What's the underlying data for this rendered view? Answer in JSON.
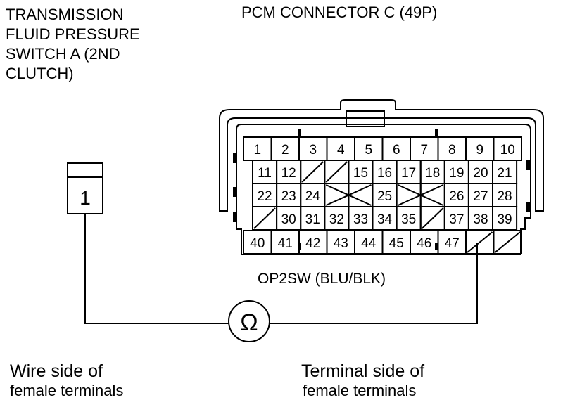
{
  "switch_label": {
    "lines": [
      "TRANSMISSION",
      "FLUID PRESSURE",
      "SWITCH A (2ND",
      "CLUTCH)"
    ]
  },
  "connector_label": "PCM CONNECTOR C (49P)",
  "switch_connector": {
    "terminal": "1"
  },
  "pcm_connector": {
    "row1": [
      "1",
      "2",
      "3",
      "4",
      "5",
      "6",
      "7",
      "8",
      "9",
      "10"
    ],
    "row2": [
      "11",
      "12",
      "",
      "",
      "15",
      "16",
      "17",
      "18",
      "19",
      "20",
      "21"
    ],
    "row3": [
      "22",
      "23",
      "24",
      "",
      "",
      "25",
      "",
      "",
      "26",
      "27",
      "28"
    ],
    "row4": [
      "",
      "30",
      "31",
      "32",
      "33",
      "34",
      "35",
      "",
      "37",
      "38",
      "39"
    ],
    "row5": [
      "40",
      "41",
      "42",
      "43",
      "44",
      "45",
      "46",
      "47",
      "",
      ""
    ]
  },
  "wire_label": "OP2SW (BLU/BLK)",
  "meter_symbol": "Ω",
  "captions": {
    "left": {
      "line1": "Wire side of",
      "line2": "female terminals"
    },
    "right": {
      "line1": "Terminal side of",
      "line2": "female terminals"
    }
  }
}
